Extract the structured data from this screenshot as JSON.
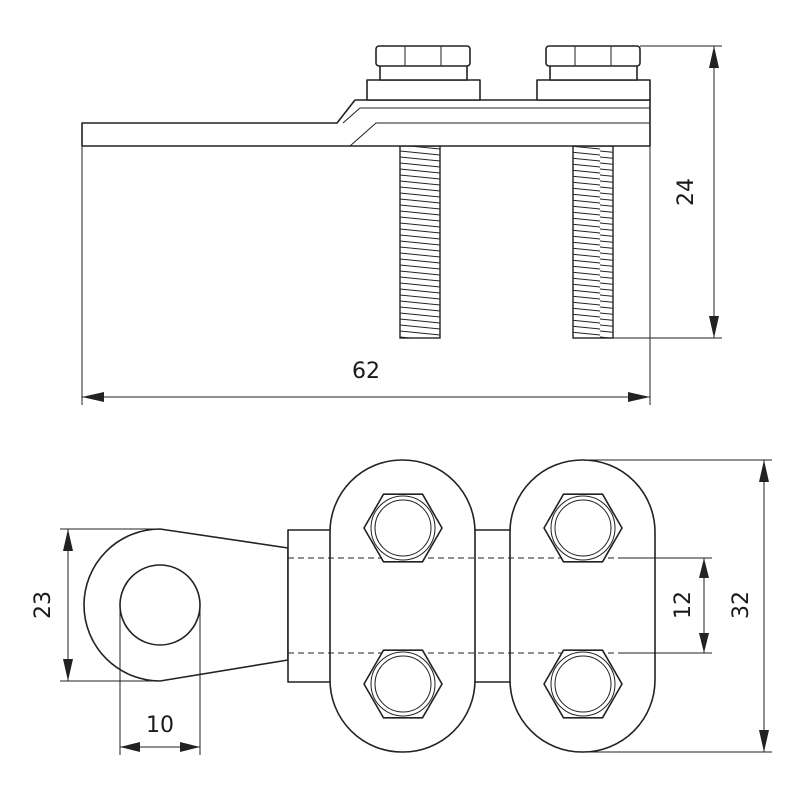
{
  "dimensions": {
    "total_length": "62",
    "side_height": "24",
    "eye_height": "23",
    "hole_diameter": "10",
    "bolt_spacing": "12",
    "body_height": "32"
  }
}
